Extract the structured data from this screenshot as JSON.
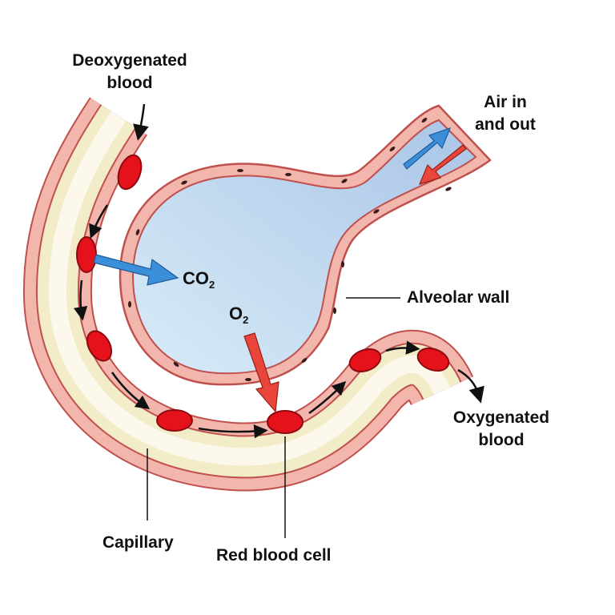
{
  "labels": {
    "deoxygenated": [
      "Deoxygenated",
      "blood"
    ],
    "air": [
      "Air in",
      "and out"
    ],
    "alveolar_wall": "Alveolar wall",
    "oxygenated": [
      "Oxygenated",
      "blood"
    ],
    "capillary": "Capillary",
    "red_blood_cell": "Red blood cell",
    "co2_base": "CO",
    "co2_sub": "2",
    "o2_base": "O",
    "o2_sub": "2"
  },
  "colors": {
    "wall_fill": "#f2b6ac",
    "wall_stroke": "#c0504d",
    "plasma": "#f3ecc8",
    "alveolus_air": "#bcd6ee",
    "red_cell": "#e5121b",
    "co2_arrow": "#3b8fd9",
    "o2_arrow": "#e8463c"
  }
}
